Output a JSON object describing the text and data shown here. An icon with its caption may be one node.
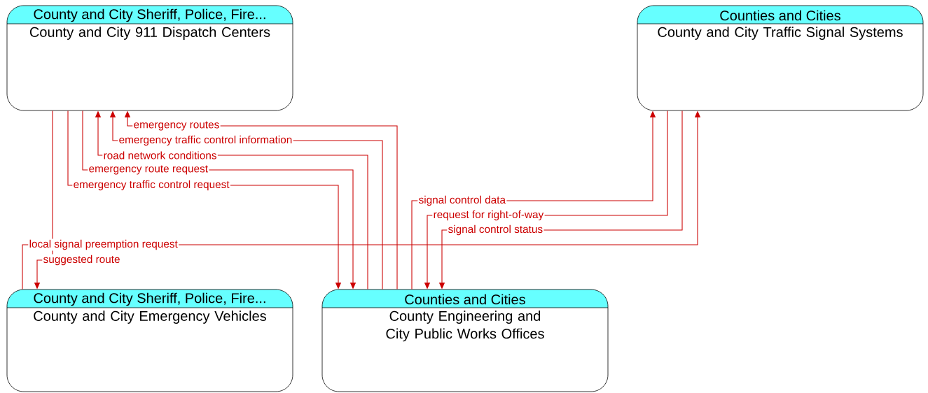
{
  "diagram": {
    "nodes": [
      {
        "text": [
          "County and City Sheriff, Police, Fire...",
          "County and City 911 Dispatch Centers"
        ]
      },
      {
        "text": [
          "Counties and Cities",
          "County and City Traffic Signal Systems"
        ]
      },
      {
        "text": [
          "County and City Sheriff, Police, Fire...",
          "County and City Emergency Vehicles"
        ]
      },
      {
        "text": [
          "Counties and Cities",
          "County Engineering and City Public Works Offices"
        ]
      }
    ],
    "edges": [
      {
        "from": 3,
        "to": 0,
        "arrow": "to",
        "label": "emergency routes"
      },
      {
        "from": 3,
        "to": 0,
        "arrow": "to",
        "label": "emergency traffic control information"
      },
      {
        "from": 3,
        "to": 0,
        "arrow": "to",
        "label": "road network conditions"
      },
      {
        "from": 0,
        "to": 3,
        "arrow": "to",
        "label": "emergency route request"
      },
      {
        "from": 0,
        "to": 3,
        "arrow": "to",
        "label": "emergency traffic control request"
      },
      {
        "from": 3,
        "to": 1,
        "arrow": "to",
        "label": "signal control data"
      },
      {
        "from": 1,
        "to": 3,
        "arrow": "to",
        "label": "request for right-of-way"
      },
      {
        "from": 1,
        "to": 3,
        "arrow": "to",
        "label": "signal control status"
      },
      {
        "from": 2,
        "to": 1,
        "arrow": "to",
        "label": "local signal preemption request"
      },
      {
        "from": 0,
        "to": 2,
        "arrow": "to",
        "label": "suggested route"
      }
    ]
  }
}
